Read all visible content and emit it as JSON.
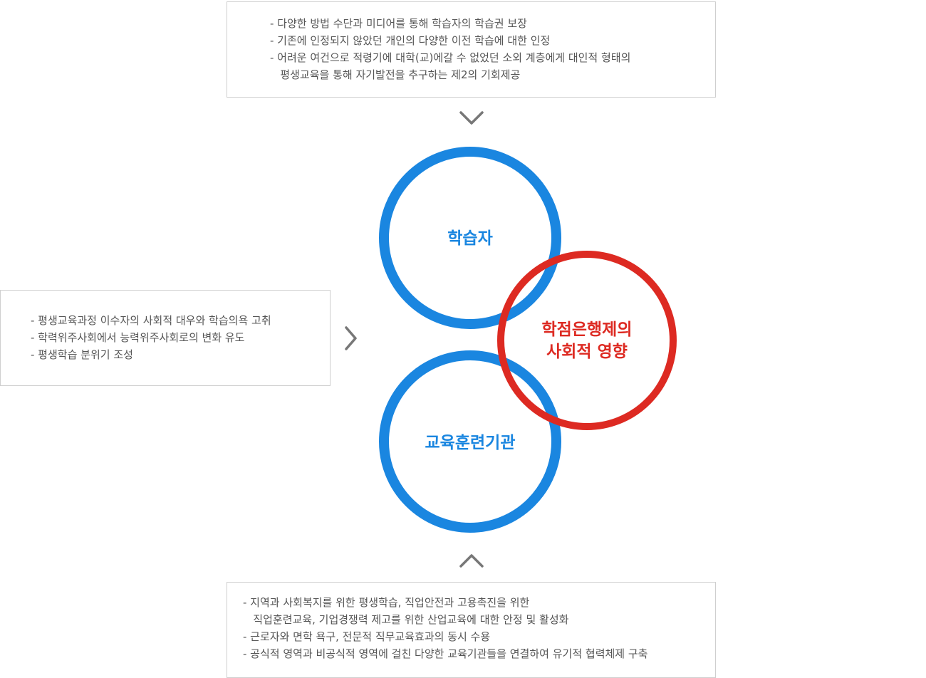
{
  "top_box": {
    "items": [
      "- 다양한 방법 수단과 미디어를 통해 학습자의 학습권 보장",
      "- 기존에 인정되지 않았던 개인의 다양한 이전 학습에 대한 인정",
      "- 어려운 여건으로 적령기에 대학(교)에갈 수 없었던 소외 계층에게 대인적 형태의",
      "   평생교육을 통해 자기발전을 추구하는 제2의 기회제공"
    ]
  },
  "left_box": {
    "items": [
      "- 평생교육과정 이수자의 사회적 대우와 학습의욕 고취",
      "- 학력위주사회에서 능력위주사회로의 변화 유도",
      "- 평생학습 분위기 조성"
    ]
  },
  "bottom_box": {
    "items": [
      "- 지역과 사회복지를 위한 평생학습, 직업안전과 고용촉진을 위한",
      "   직업훈련교육, 기업경쟁력 제고를 위한 산업교육에 대한 안정 및 활성화",
      "- 근로자와 면학 욕구, 전문적 직무교육효과의 동시 수용",
      "- 공식적 영역과 비공식적 영역에 걸친 다양한 교육기관들을 연결하여 유기적 협력체제 구축"
    ]
  },
  "circles": {
    "learner": "학습자",
    "institution": "교육훈련기관",
    "impact_line1": "학점은행제의",
    "impact_line2": "사회적 영향"
  },
  "colors": {
    "blue": "#1a86e0",
    "red": "#dd2a22",
    "arrow": "#777777",
    "border": "#cfcfcf",
    "text": "#555555"
  }
}
